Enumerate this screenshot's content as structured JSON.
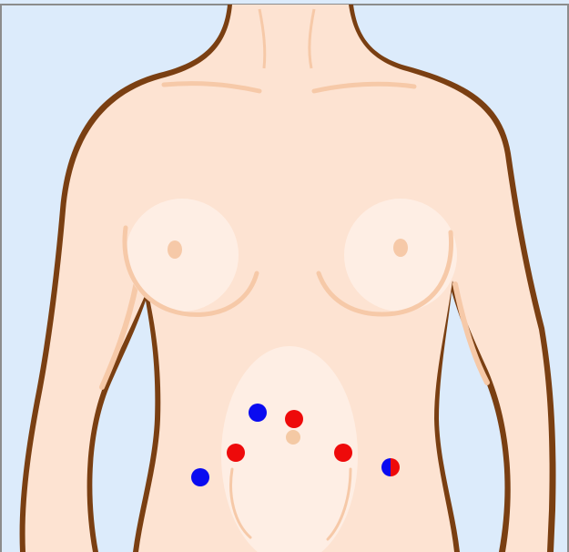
{
  "scene": {
    "background_color": "#dcebfb",
    "frame_border_color": "#8c8c8c",
    "skin_color": "#fde3d2",
    "skin_highlight_color": "#feeee4",
    "skin_shadow_color": "#f6c9a8",
    "outline_color": "#7a3f12",
    "navel_color": "#f4c9a4"
  },
  "markers": [
    {
      "id": "blue-upper-center",
      "fill": "blue",
      "colors": [
        "#0a0bf0"
      ]
    },
    {
      "id": "red-upper-right-of-navel",
      "fill": "red",
      "colors": [
        "#ee0a0a"
      ]
    },
    {
      "id": "red-left",
      "fill": "red",
      "colors": [
        "#ee0a0a"
      ]
    },
    {
      "id": "red-right",
      "fill": "red",
      "colors": [
        "#ee0a0a"
      ]
    },
    {
      "id": "blue-lower-left",
      "fill": "blue",
      "colors": [
        "#0a0bf0"
      ]
    },
    {
      "id": "split-lower-right",
      "fill": "split",
      "colors": [
        "#0a0bf0",
        "#ee0a0a"
      ]
    }
  ]
}
